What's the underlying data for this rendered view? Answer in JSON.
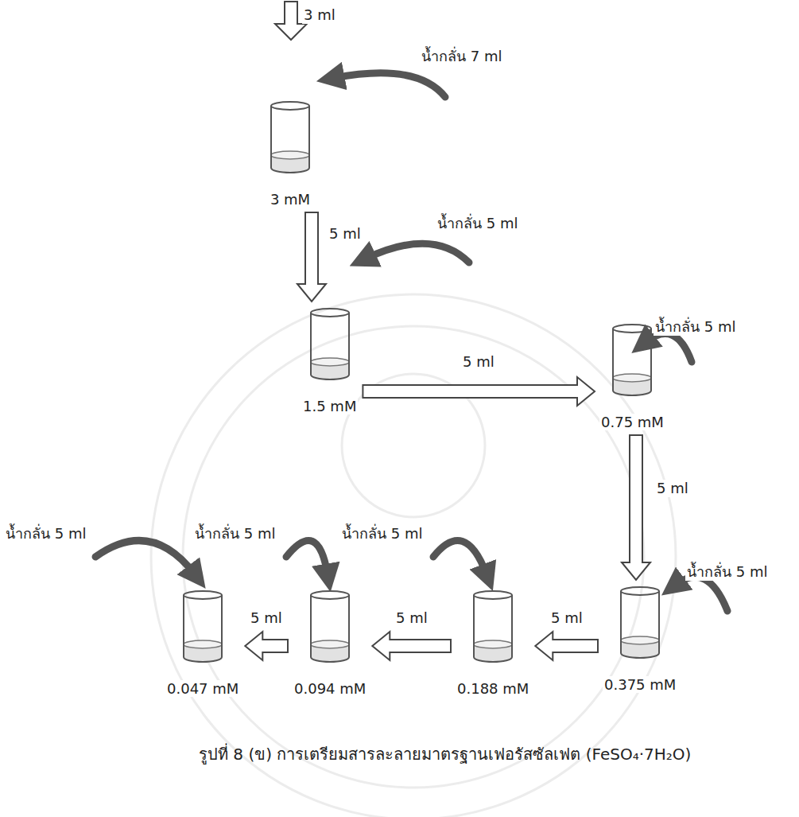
{
  "diagram": {
    "caption": "รูปที่ 8 (ข) การเตรียมสารละลายมาตรฐานเฟอรัสซัลเฟต (FeSO₄·7H₂O)",
    "nodes": [
      {
        "text": [
          "3 mM"
        ]
      },
      {
        "text": [
          "1.5 mM"
        ]
      },
      {
        "text": [
          "0.75 mM"
        ]
      },
      {
        "text": [
          "0.375 mM"
        ]
      },
      {
        "text": [
          "0.188 mM"
        ]
      },
      {
        "text": [
          "0.094 mM"
        ]
      },
      {
        "text": [
          "0.047 mM"
        ]
      }
    ],
    "edges": [
      {
        "from": 0,
        "to": 1,
        "label": "5 ml",
        "arrow": "to"
      },
      {
        "from": 1,
        "to": 2,
        "label": "5 ml",
        "arrow": "to"
      },
      {
        "from": 2,
        "to": 3,
        "label": "5 ml",
        "arrow": "to"
      },
      {
        "from": 3,
        "to": 4,
        "label": "5 ml",
        "arrow": "to"
      },
      {
        "from": 4,
        "to": 5,
        "label": "5 ml",
        "arrow": "to"
      },
      {
        "from": 5,
        "to": 6,
        "label": "5 ml",
        "arrow": "to"
      }
    ],
    "labels": [
      "3 ml",
      "น้ำกลั่น 7 ml",
      "น้ำกลั่น 5 ml",
      "น้ำกลั่น 5 ml",
      "น้ำกลั่น 5 ml",
      "น้ำกลั่น 5 ml",
      "น้ำกลั่น 5 ml",
      "น้ำกลั่น 5 ml"
    ]
  }
}
